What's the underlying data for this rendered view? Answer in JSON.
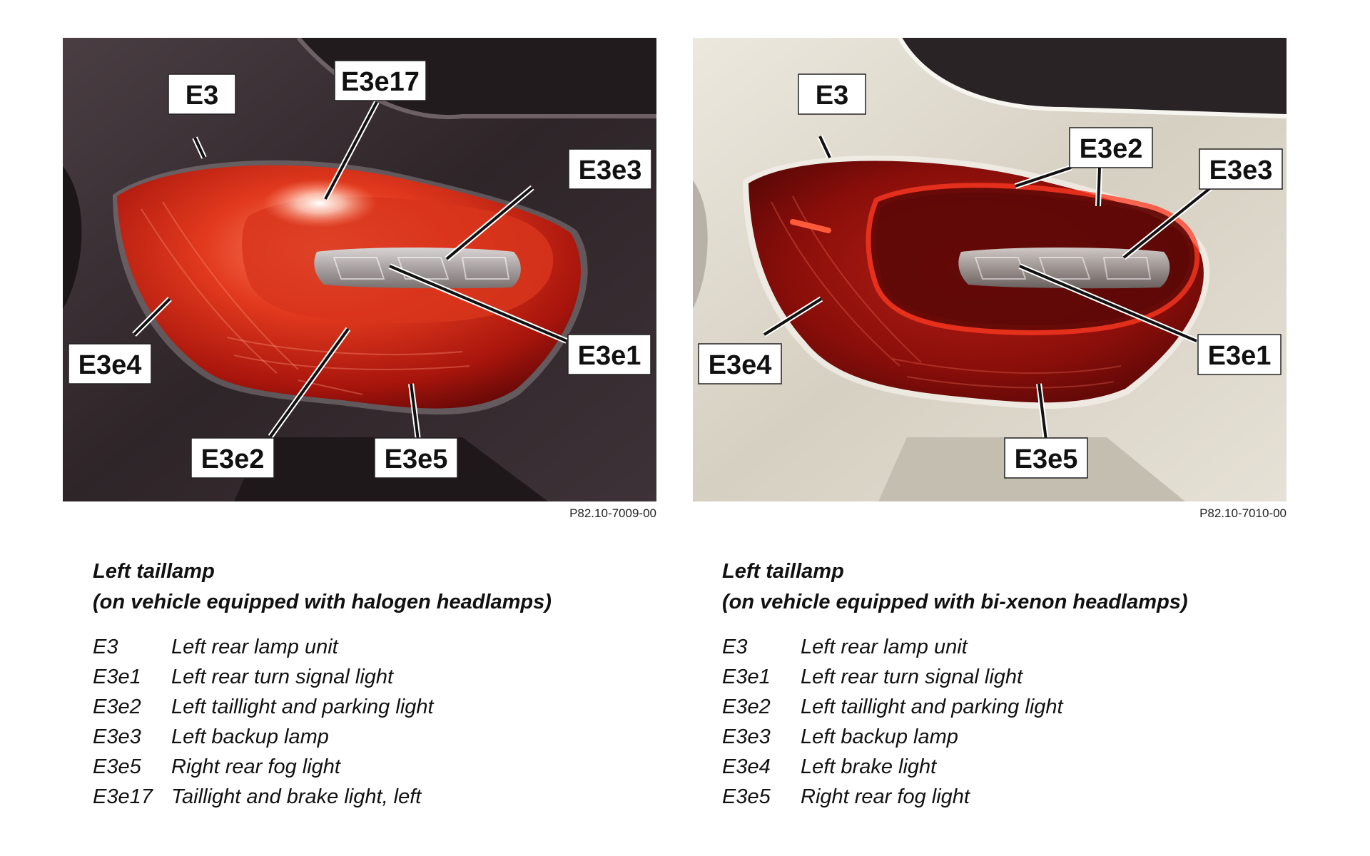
{
  "left_panel": {
    "reference_code": "P82.10-7009-00",
    "callouts": {
      "e3": "E3",
      "e3e17": "E3e17",
      "e3e3": "E3e3",
      "e3e4": "E3e4",
      "e3e1": "E3e1",
      "e3e2": "E3e2",
      "e3e5": "E3e5"
    },
    "caption": {
      "line1": "Left taillamp",
      "line2": "(on vehicle equipped with halogen headlamps)"
    },
    "legend": [
      {
        "code": "E3",
        "desc": "Left rear lamp unit"
      },
      {
        "code": "E3e1",
        "desc": "Left rear turn signal light"
      },
      {
        "code": "E3e2",
        "desc": "Left taillight and parking light"
      },
      {
        "code": "E3e3",
        "desc": "Left backup lamp"
      },
      {
        "code": "E3e5",
        "desc": "Right rear fog light"
      },
      {
        "code": "E3e17",
        "desc": "Taillight and brake light, left"
      }
    ]
  },
  "right_panel": {
    "reference_code": "P82.10-7010-00",
    "callouts": {
      "e3": "E3",
      "e3e2": "E3e2",
      "e3e3": "E3e3",
      "e3e4": "E3e4",
      "e3e1": "E3e1",
      "e3e5": "E3e5"
    },
    "caption": {
      "line1": "Left taillamp",
      "line2": "(on vehicle equipped with bi-xenon headlamps)"
    },
    "legend": [
      {
        "code": "E3",
        "desc": "Left rear lamp unit"
      },
      {
        "code": "E3e1",
        "desc": "Left rear turn signal light"
      },
      {
        "code": "E3e2",
        "desc": "Left taillight and parking light"
      },
      {
        "code": "E3e3",
        "desc": "Left backup lamp"
      },
      {
        "code": "E3e4",
        "desc": "Left brake light"
      },
      {
        "code": "E3e5",
        "desc": "Right rear fog light"
      }
    ]
  },
  "colors": {
    "body_dark": "#3a2f33",
    "body_light": "#ddd8cc",
    "lamp_red": "#c41a10",
    "lamp_deep": "#6e0808"
  }
}
